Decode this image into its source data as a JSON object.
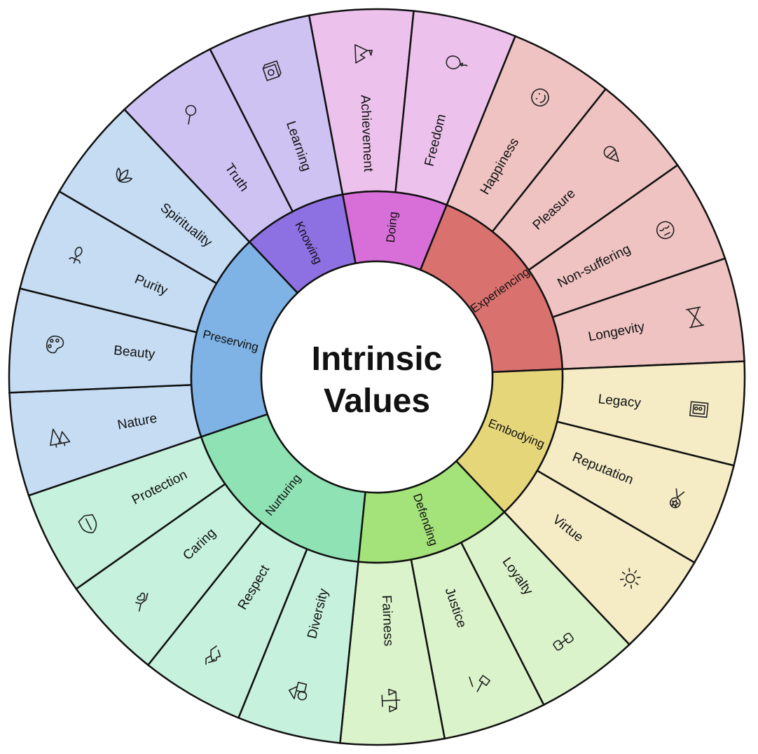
{
  "title_lines": [
    "Intrinsic",
    "Values"
  ],
  "groups": [
    {
      "name": "Preserving",
      "inner_color": "#7fb2e5",
      "outer_color": "#c5dcf3",
      "values": [
        {
          "label": "Nature",
          "icon": "trees-icon"
        },
        {
          "label": "Beauty",
          "icon": "palette-icon"
        },
        {
          "label": "Purity",
          "icon": "flower-icon"
        },
        {
          "label": "Spirituality",
          "icon": "lotus-icon"
        }
      ]
    },
    {
      "name": "Knowing",
      "inner_color": "#8d70e2",
      "outer_color": "#cec2f3",
      "values": [
        {
          "label": "Truth",
          "icon": "magnifier-icon"
        },
        {
          "label": "Learning",
          "icon": "books-icon"
        }
      ]
    },
    {
      "name": "Doing",
      "inner_color": "#d86fd8",
      "outer_color": "#ecc2ec",
      "values": [
        {
          "label": "Achievement",
          "icon": "mountain-flag-icon"
        },
        {
          "label": "Freedom",
          "icon": "balloon-icon"
        }
      ]
    },
    {
      "name": "Experiencing",
      "inner_color": "#d9716e",
      "outer_color": "#eec3c2",
      "values": [
        {
          "label": "Happiness",
          "icon": "smile-icon"
        },
        {
          "label": "Pleasure",
          "icon": "ice-cream-icon"
        },
        {
          "label": "Non-suffering",
          "icon": "calm-face-icon"
        },
        {
          "label": "Longevity",
          "icon": "hourglass-icon"
        }
      ]
    },
    {
      "name": "Embodying",
      "inner_color": "#e5d67a",
      "outer_color": "#f5ecc6",
      "values": [
        {
          "label": "Legacy",
          "icon": "frame-icon"
        },
        {
          "label": "Reputation",
          "icon": "medal-icon"
        },
        {
          "label": "Virtue",
          "icon": "sun-icon"
        }
      ]
    },
    {
      "name": "Defending",
      "inner_color": "#a4e27a",
      "outer_color": "#dbf3cb",
      "values": [
        {
          "label": "Loyalty",
          "icon": "chain-icon"
        },
        {
          "label": "Justice",
          "icon": "gavel-icon"
        },
        {
          "label": "Fairness",
          "icon": "scales-icon"
        }
      ]
    },
    {
      "name": "Nurturing",
      "inner_color": "#8ee2b3",
      "outer_color": "#c6f1dd",
      "values": [
        {
          "label": "Diversity",
          "icon": "shapes-icon"
        },
        {
          "label": "Respect",
          "icon": "handshake-icon"
        },
        {
          "label": "Caring",
          "icon": "hand-heart-icon"
        },
        {
          "label": "Protection",
          "icon": "shield-icon"
        }
      ]
    }
  ]
}
